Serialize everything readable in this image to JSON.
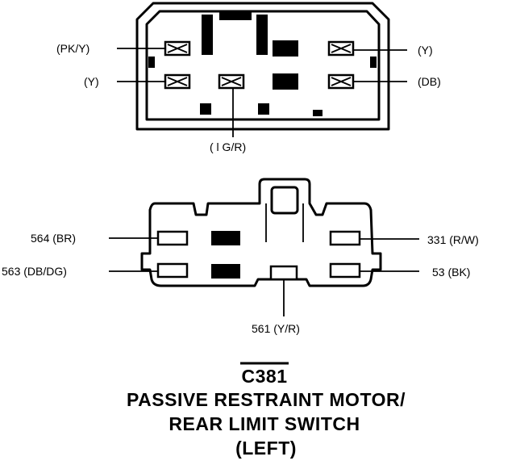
{
  "connector_top": {
    "wire_labels": {
      "left_upper": "(PK/Y)",
      "left_lower": "(Y)",
      "right_upper": "(Y)",
      "right_lower": "(DB)",
      "bottom": "( l G/R)"
    }
  },
  "connector_bottom": {
    "wire_labels": {
      "left_upper": "564 (BR)",
      "left_lower": "563 (DB/DG)",
      "right_upper": "331 (R/W)",
      "right_lower": "53 (BK)",
      "bottom": "561 (Y/R)"
    }
  },
  "caption": {
    "connector_id": "C381",
    "line1": "PASSIVE RESTRAINT MOTOR/",
    "line2": "REAR LIMIT SWITCH",
    "line3": "(LEFT)"
  }
}
